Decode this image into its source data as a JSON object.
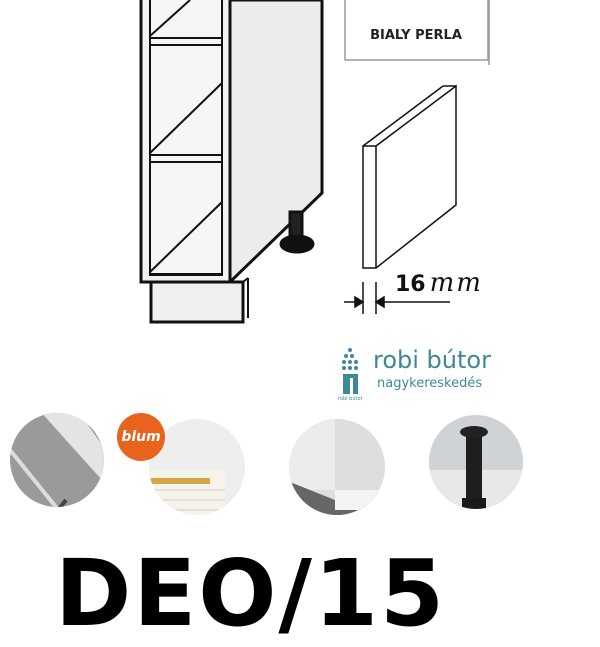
{
  "product": {
    "color_name": "BIALY PERLA",
    "thickness_value": "16",
    "thickness_unit": "mm",
    "model_code": "DEO/15"
  },
  "brand": {
    "name": "robi bútor",
    "subtitle": "nagykereskedés",
    "tiny": "robi bútor",
    "color": "#3d8a96"
  },
  "features": [
    {
      "icon": "handle-icon"
    },
    {
      "icon": "blum-drawer-icon",
      "badge": "blum",
      "badge_color": "#e8641e"
    },
    {
      "icon": "plinth-icon"
    },
    {
      "icon": "adjustable-leg-icon"
    }
  ]
}
